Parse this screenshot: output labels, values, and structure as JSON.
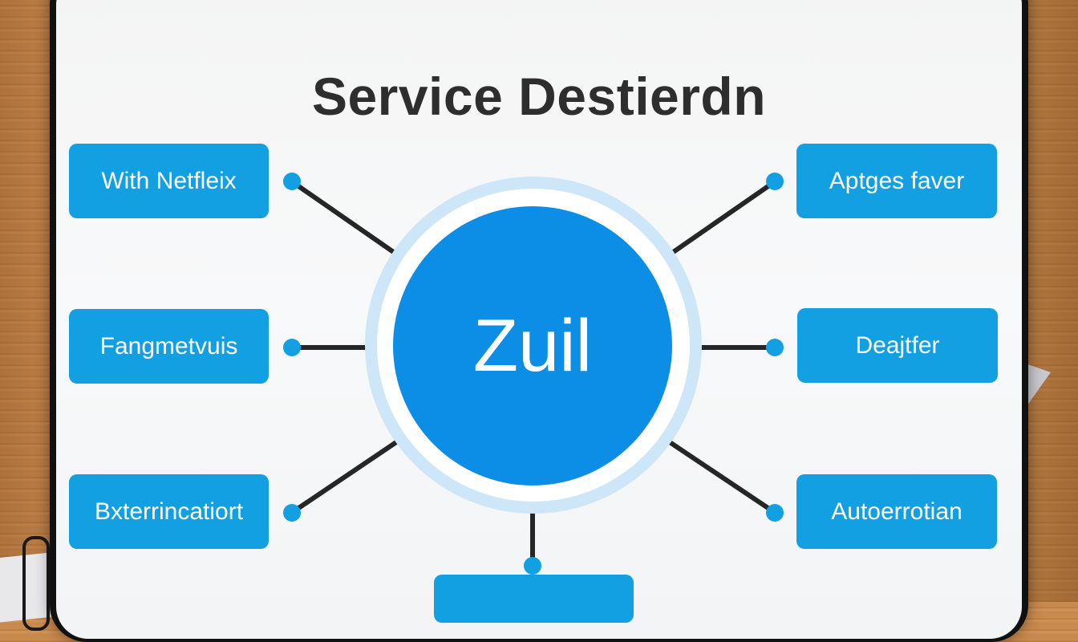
{
  "diagram": {
    "title": "Service Destierdn",
    "hub": {
      "label": "Zuil",
      "color": "#0c8ee6",
      "ring_color": "#cde6f8"
    },
    "node_color": "#12a0e3",
    "connector_color": "#262626",
    "nodes": [
      {
        "id": "left-top",
        "label": "With Netfleix",
        "side": "left"
      },
      {
        "id": "left-middle",
        "label": "Fangmetvuis",
        "side": "left"
      },
      {
        "id": "left-bottom",
        "label": "Bxterrincatiort",
        "side": "left"
      },
      {
        "id": "right-top",
        "label": "Aptges faver",
        "side": "right"
      },
      {
        "id": "right-middle",
        "label": "Deajtfer",
        "side": "right"
      },
      {
        "id": "right-bottom",
        "label": "Autoerrotian",
        "side": "right"
      },
      {
        "id": "bottom",
        "label": "",
        "side": "bottom"
      }
    ],
    "edges": [
      {
        "from": "hub",
        "to": "left-top"
      },
      {
        "from": "hub",
        "to": "left-middle"
      },
      {
        "from": "hub",
        "to": "left-bottom"
      },
      {
        "from": "hub",
        "to": "right-top"
      },
      {
        "from": "hub",
        "to": "right-middle"
      },
      {
        "from": "hub",
        "to": "right-bottom"
      },
      {
        "from": "hub",
        "to": "bottom"
      }
    ]
  }
}
